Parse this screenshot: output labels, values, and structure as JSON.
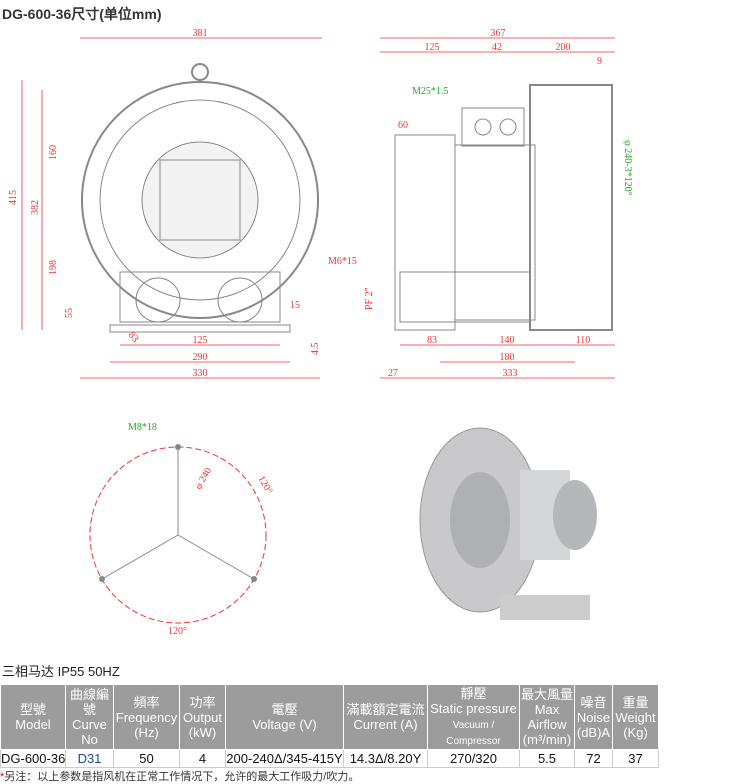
{
  "title": "DG-600-36尺寸(单位mm)",
  "dims": {
    "d381": "381",
    "d367": "367",
    "d125t": "125",
    "d42": "42",
    "d200": "200",
    "d9": "9",
    "m25": "M25*1.5",
    "d60": "60",
    "phi_side": "φ 240-3*120°",
    "d415": "415",
    "d382": "382",
    "d160": "160",
    "d198": "198",
    "d55": "55",
    "m6": "M6*15",
    "d15": "15",
    "d45": "4.5",
    "d83a": "83",
    "d125b": "125",
    "d290": "290",
    "d330": "330",
    "pf": "PF 2\"",
    "d83b": "83",
    "d140": "140",
    "d110": "110",
    "d180": "180",
    "d27": "27",
    "d333": "333",
    "m8": "M8*18",
    "phi240": "φ 240",
    "a120a": "120°",
    "a120b": "120°"
  },
  "motor_label": "三相马达 IP55 50HZ",
  "table": {
    "headers": [
      {
        "zh": "型號",
        "en": "Model"
      },
      {
        "zh": "曲線編號",
        "en": "Curve No"
      },
      {
        "zh": "頻率",
        "en": "Frequency (Hz)"
      },
      {
        "zh": "功率",
        "en": "Output (kW)"
      },
      {
        "zh": "電壓",
        "en": "Voltage (V)"
      },
      {
        "zh": "滿載額定電流",
        "en": "Current (A)"
      },
      {
        "zh": "靜壓",
        "en": "Static pressure",
        "sub": "Vacuum / Compressor"
      },
      {
        "zh": "最大風量",
        "en": "Max Airflow (m³/min)"
      },
      {
        "zh": "噪音",
        "en": "Noise (dB)A"
      },
      {
        "zh": "重量",
        "en": "Weight (Kg)"
      }
    ],
    "row": [
      "DG-600-36",
      "D31",
      "50",
      "4",
      "200-240Δ/345-415Y",
      "14.3Δ/8.20Y",
      "270/320",
      "5.5",
      "72",
      "37"
    ]
  },
  "note_star": "*",
  "note": "另注：以上参数是指风机在正常工作情况下，允许的最大工作吸力/吹力。",
  "colors": {
    "dim": "#e33",
    "header": "#9c9c9c",
    "link": "#1a4fa0"
  }
}
